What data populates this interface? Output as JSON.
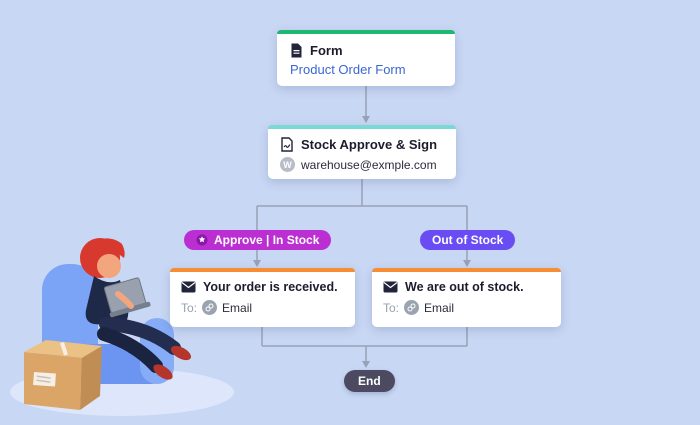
{
  "colors": {
    "background": "#c8d7f4",
    "form_accent": "#1db873",
    "sign_accent": "#7ad8d5",
    "email_accent": "#f68d35",
    "badge_left_bg": "#bb2ed1",
    "badge_right_bg": "#6a4cf4",
    "end_bg": "#4c4a60",
    "link_blue": "#3a67d2",
    "connector": "#99a1b5"
  },
  "icons": {
    "form": "document-icon",
    "sign": "signature-doc-icon",
    "mail": "envelope-icon",
    "link": "link-icon",
    "stamp": "approval-seal-icon"
  },
  "flow": {
    "form": {
      "title": "Form",
      "subtitle": "Product Order Form"
    },
    "sign": {
      "title": "Stock Approve & Sign",
      "email": "warehouse@exmple.com",
      "avatar_initial": "W"
    },
    "branches": {
      "in_stock": {
        "label": "Approve | In Stock"
      },
      "out_of_stock": {
        "label": "Out of Stock"
      }
    },
    "email_in_stock": {
      "title": "Your order is received.",
      "to_label": "To:",
      "recipient": "Email"
    },
    "email_out_of_stock": {
      "title": "We are out of stock.",
      "to_label": "To:",
      "recipient": "Email"
    },
    "end": {
      "label": "End"
    }
  }
}
